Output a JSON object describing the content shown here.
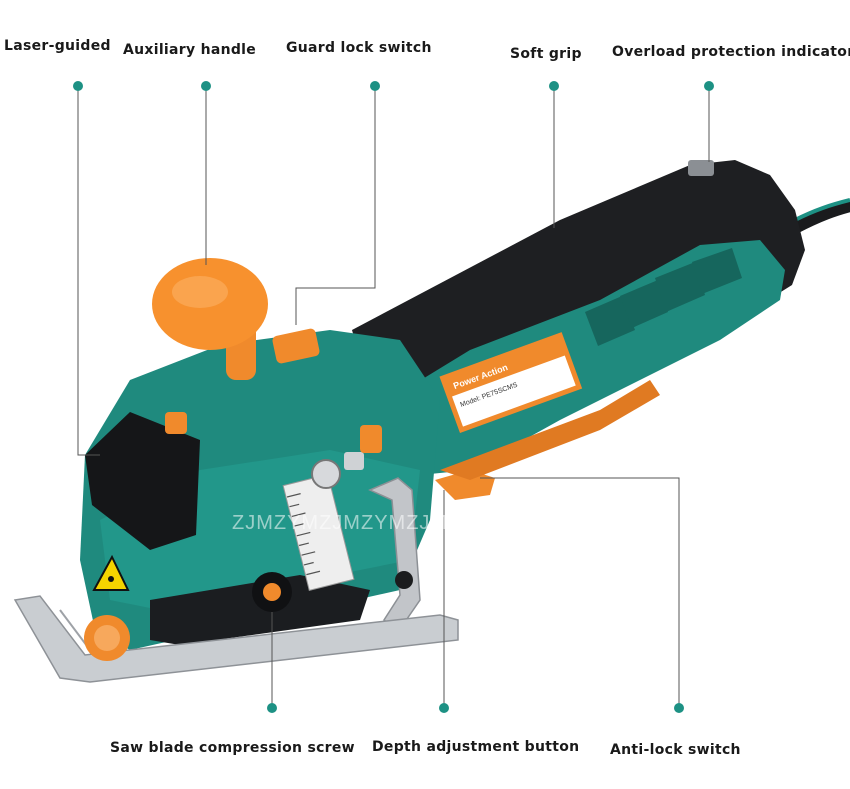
{
  "callouts": {
    "laser_guided": "Laser-guided",
    "auxiliary_handle": "Auxiliary handle",
    "guard_lock_switch": "Guard lock switch",
    "soft_grip": "Soft grip",
    "overload_indicator": "Overload protection indicator",
    "blade_screw": "Saw blade compression screw",
    "depth_button": "Depth adjustment button",
    "anti_lock_switch": "Anti-lock switch"
  },
  "watermark": "ZJMZYMZJMZYMZJMZYM",
  "nameplate": {
    "brand": "Power Action",
    "model": "Model: PE75SCMS"
  },
  "colors": {
    "teal_body": "#1f8a7e",
    "teal_dark": "#16665d",
    "orange": "#f08a2c",
    "black_grip": "#1e1f22",
    "callout_dot": "#1d9184",
    "silver_base": "#c9cdd1"
  }
}
